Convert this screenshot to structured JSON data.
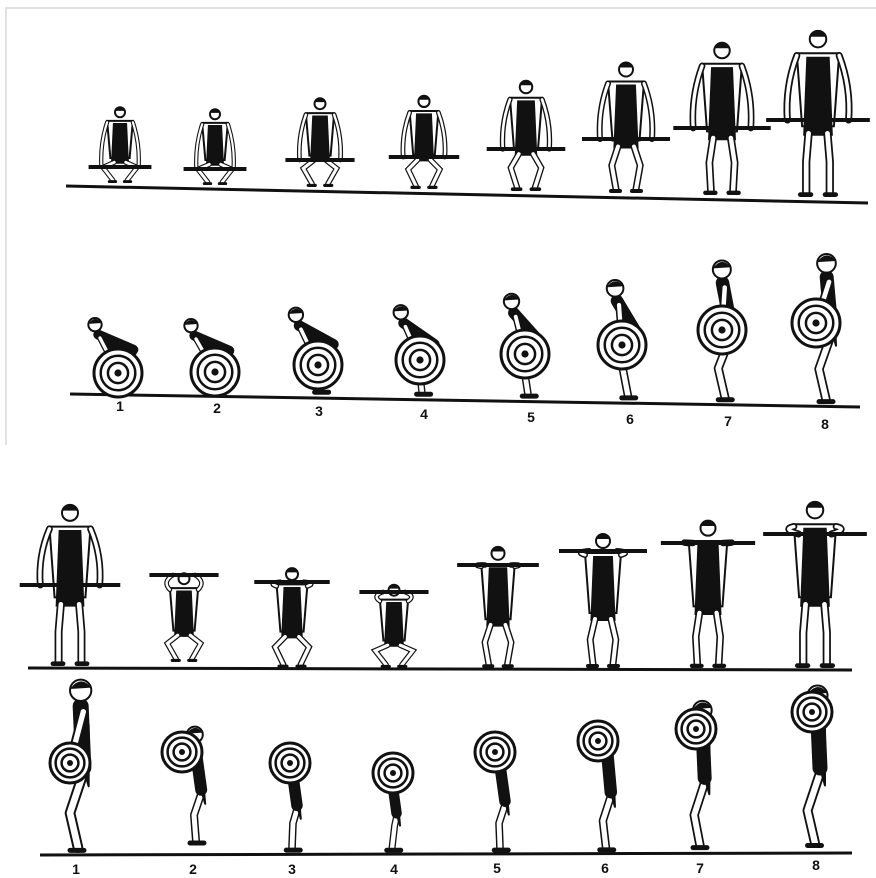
{
  "colors": {
    "ink": "#111111",
    "paper": "#ffffff",
    "frame": "#dddddd"
  },
  "panels": [
    {
      "id": "deadlift",
      "frame_labels": [
        "1",
        "2",
        "3",
        "4",
        "5",
        "6",
        "7",
        "8"
      ]
    },
    {
      "id": "clean",
      "frame_labels": [
        "1",
        "2",
        "3",
        "4",
        "5",
        "6",
        "7",
        "8"
      ]
    }
  ]
}
